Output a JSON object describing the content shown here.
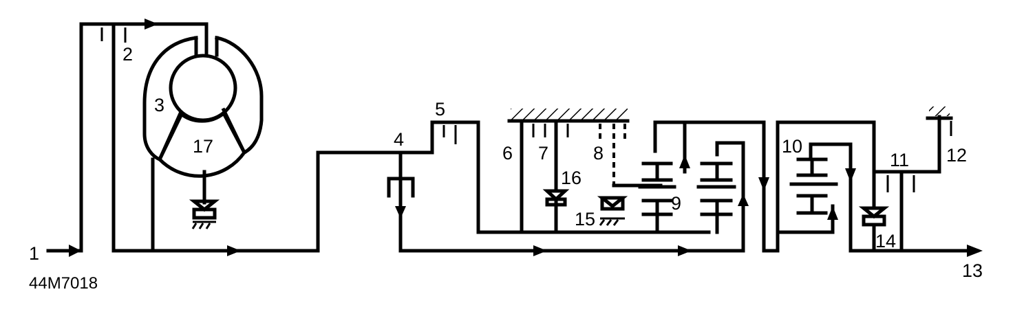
{
  "labels": {
    "l1": "1",
    "l2": "2",
    "l3": "3",
    "l4": "4",
    "l5": "5",
    "l6": "6",
    "l7": "7",
    "l8": "8",
    "l9": "9",
    "l10": "10",
    "l11": "11",
    "l12": "12",
    "l13": "13",
    "l14": "14",
    "l15": "15",
    "l16": "16",
    "l17": "17"
  },
  "figure_code": "44M7018"
}
